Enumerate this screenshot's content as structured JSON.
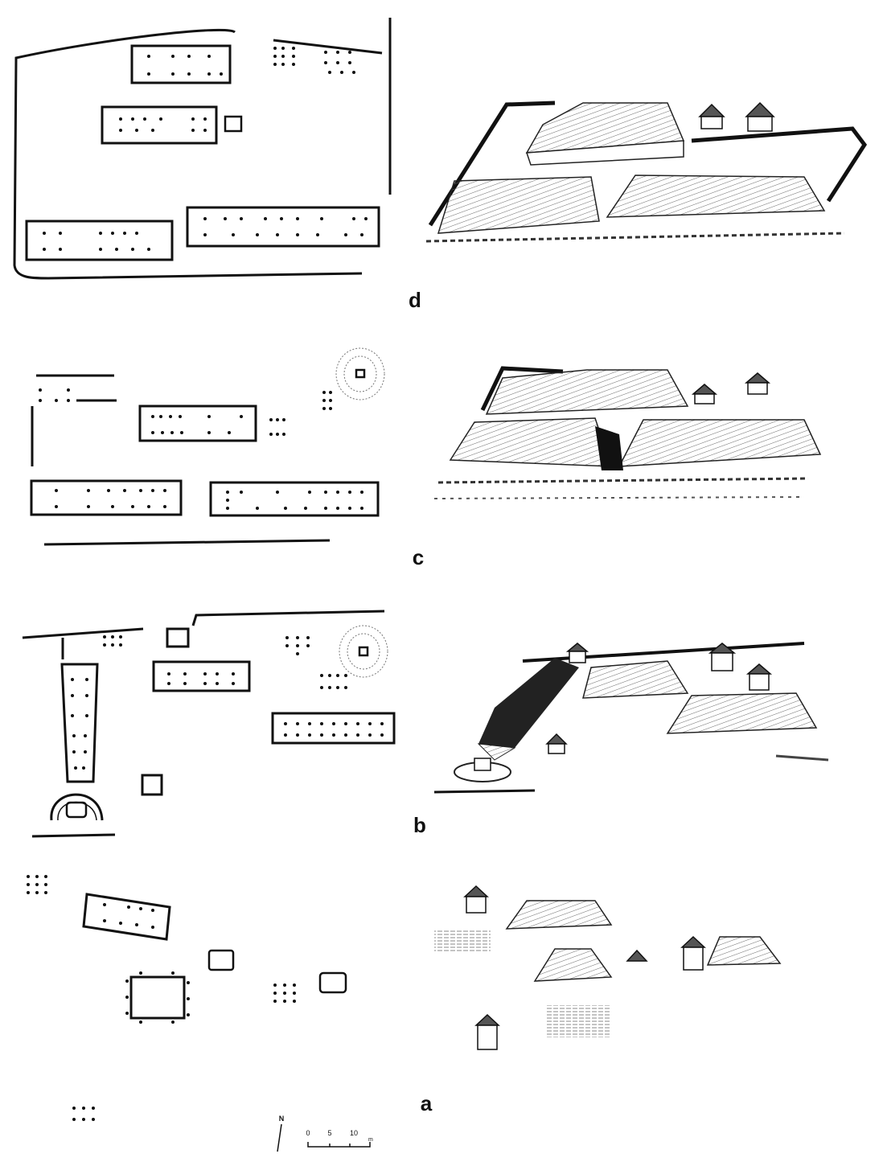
{
  "phases": [
    {
      "id": "d",
      "label": "d"
    },
    {
      "id": "c",
      "label": "c"
    },
    {
      "id": "b",
      "label": "b"
    },
    {
      "id": "a",
      "label": "a"
    }
  ],
  "north_arrow": {
    "label": "N",
    "icon": "north-arrow-icon"
  },
  "scale_bar": {
    "ticks": [
      "0",
      "5",
      "10"
    ],
    "unit": "m"
  },
  "colors": {
    "ink": "#111111",
    "paper": "#ffffff",
    "shade": "#7a7a7a"
  }
}
